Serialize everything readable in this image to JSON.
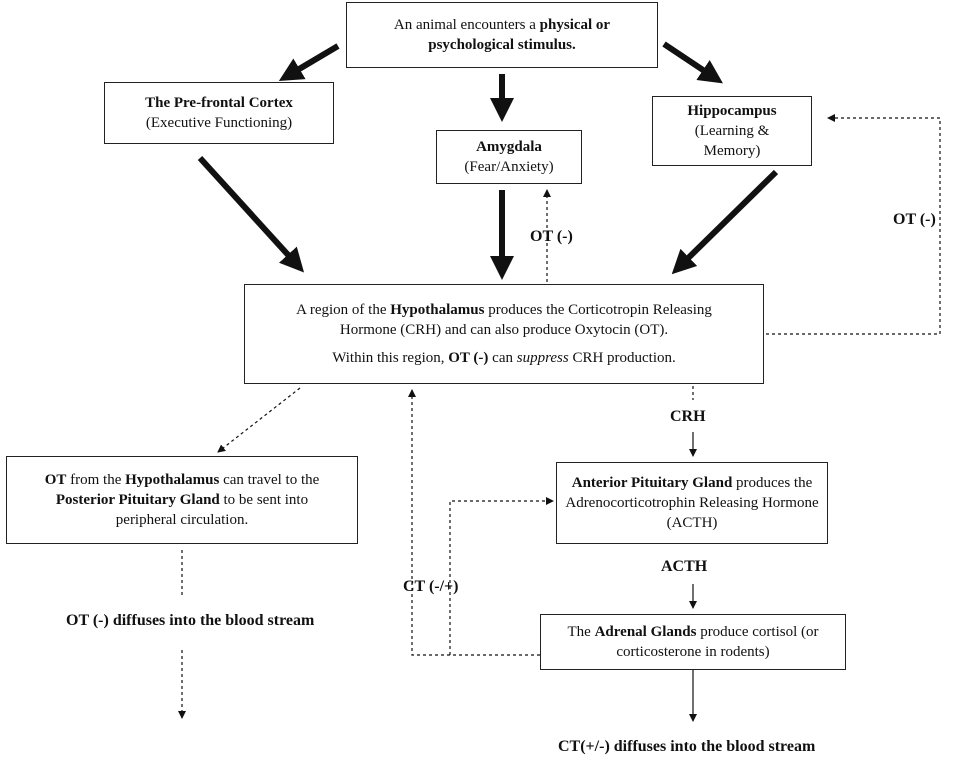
{
  "stimulus": {
    "pre": "An animal encounters a ",
    "bold1": "physical or",
    "bold2": "psychological stimulus."
  },
  "pfc": {
    "title": "The Pre-frontal Cortex",
    "subtitle": "(Executive Functioning)"
  },
  "amygdala": {
    "title": "Amygdala",
    "subtitle": "(Fear/Anxiety)"
  },
  "hippocampus": {
    "title": "Hippocampus",
    "subtitle1": "(Learning &",
    "subtitle2": "Memory)"
  },
  "hypothalamus": {
    "line1_pre": "A region of the ",
    "line1_bold": "Hypothalamus",
    "line1_post": " produces the Corticotropin Releasing",
    "line2": "Hormone (CRH) and can also produce Oxytocin (OT).",
    "line3_pre": "Within this region, ",
    "line3_bold": "OT (-)",
    "line3_mid": " can ",
    "line3_ital": "suppress",
    "line3_post": " CRH production."
  },
  "posterior": {
    "l1_b1": "OT",
    "l1_t1": " from the ",
    "l1_b2": "Hypothalamus",
    "l1_t2": " can travel to the",
    "l2_b": "Posterior Pituitary Gland",
    "l2_t": " to be sent into",
    "l3": "peripheral circulation."
  },
  "anterior": {
    "l1_b": "Anterior Pituitary Gland",
    "l1_t": " produces the",
    "l2": "Adrenocorticotrophin Releasing Hormone",
    "l3": "(ACTH)"
  },
  "adrenal": {
    "l1_pre": "The ",
    "l1_b": "Adrenal Glands",
    "l1_post": " produce cortisol (or",
    "l2": "corticosterone in rodents)"
  },
  "labels": {
    "ot_amygdala": "OT (-)",
    "ot_hippocampus": "OT (-)",
    "crh": "CRH",
    "acth": "ACTH",
    "ct": "CT (-/+)",
    "ot_blood": "OT (-) diffuses into the blood stream",
    "ct_blood": "CT(+/-) diffuses into the blood stream"
  }
}
